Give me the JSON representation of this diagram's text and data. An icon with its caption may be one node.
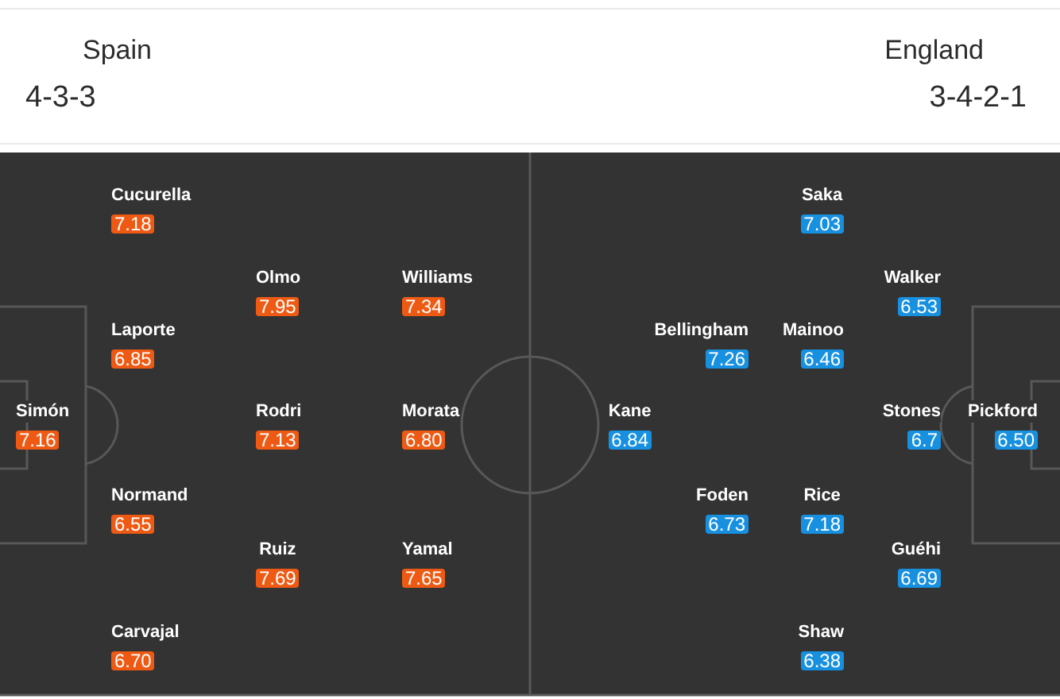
{
  "diagram": {
    "nodes": [
      {
        "text": [
          "Spain",
          "4-3-3",
          "England",
          "3-4-2-1"
        ]
      },
      {
        "text": [],
        "shape": "box"
      },
      {
        "text": [
          "Cucurella",
          "7.18"
        ],
        "in": 1
      },
      {
        "text": [
          "Olmo",
          "7.95"
        ],
        "in": 1
      },
      {
        "text": [
          "Williams",
          "7.34"
        ],
        "in": 1
      },
      {
        "text": [
          "Laporte",
          "6.85"
        ],
        "in": 1
      },
      {
        "text": [
          "Simón",
          "7.16"
        ],
        "in": 1
      },
      {
        "text": [
          "Rodri",
          "7.13"
        ],
        "in": 1
      },
      {
        "text": [
          "Morata",
          "6.80"
        ],
        "in": 1
      },
      {
        "text": [
          "Normand",
          "6.55"
        ],
        "in": 1
      },
      {
        "text": [
          "Ruiz",
          "7.69"
        ],
        "in": 1
      },
      {
        "text": [
          "Yamal",
          "7.65"
        ],
        "in": 1
      },
      {
        "text": [
          "Carvajal",
          "6.70"
        ],
        "in": 1
      },
      {
        "text": [
          "Saka",
          "7.03"
        ],
        "in": 1
      },
      {
        "text": [
          "Walker",
          "6.53"
        ],
        "in": 1
      },
      {
        "text": [
          "Bellingham",
          "7.26"
        ],
        "in": 1
      },
      {
        "text": [
          "Mainoo",
          "6.46"
        ],
        "in": 1
      },
      {
        "text": [
          "Kane",
          "6.84"
        ],
        "in": 1
      },
      {
        "text": [
          "Stones",
          "6.7"
        ],
        "in": 1
      },
      {
        "text": [
          "Pickford",
          "6.50"
        ],
        "in": 1
      },
      {
        "text": [
          "Foden",
          "6.73"
        ],
        "in": 1
      },
      {
        "text": [
          "Rice",
          "7.18"
        ],
        "in": 1
      },
      {
        "text": [
          "Guéhi",
          "6.69"
        ],
        "in": 1
      },
      {
        "text": [
          "Shaw",
          "6.38"
        ],
        "in": 1
      }
    ]
  }
}
